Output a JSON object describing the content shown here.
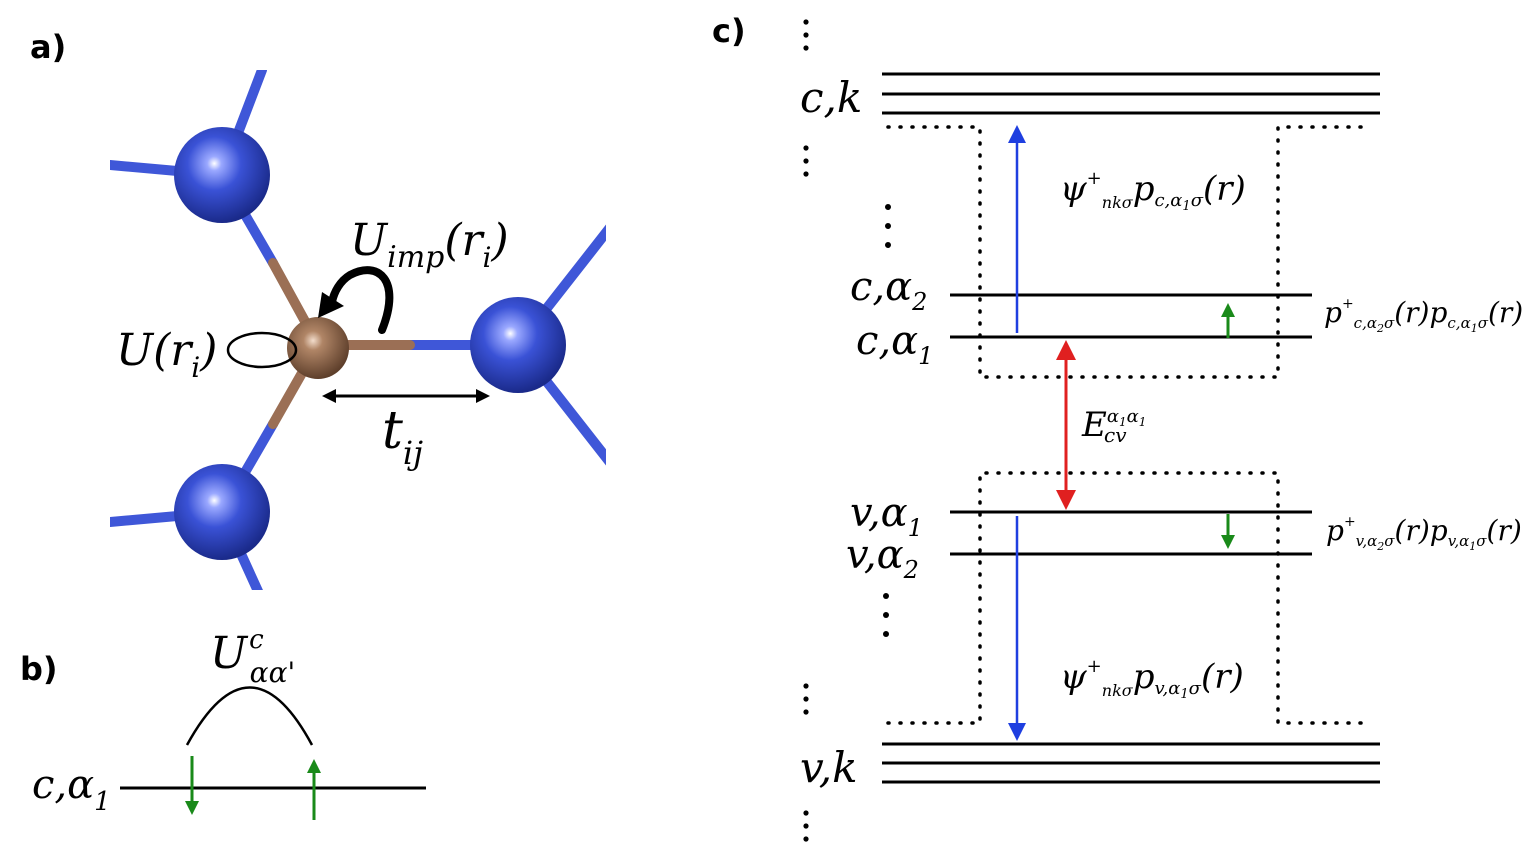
{
  "panels": {
    "a": "a)",
    "b": "b)",
    "c": "c)"
  },
  "panel_a": {
    "u_imp": "U",
    "u_imp_sub": "imp",
    "u_imp_arg": "(r",
    "u_imp_arg_sub": "i",
    "u_imp_close": ")",
    "u_onsite": "U",
    "u_onsite_arg": "(r",
    "u_onsite_arg_sub": "i",
    "u_onsite_close": ")",
    "t": "t",
    "t_sub": "ij",
    "colors": {
      "host_atom": "#3a52d6",
      "impurity_atom": "#9a6e50",
      "bond": "#3f57d8",
      "impurity_bond": "#9b6f55"
    }
  },
  "panel_b": {
    "u": "U",
    "u_sup": "c",
    "u_sub": "αα'",
    "level": "c,α",
    "level_sub": "1",
    "arrow_color": "#1a8a1a"
  },
  "panel_c": {
    "band_c": "c,k",
    "band_v": "v,k",
    "level_c2": "c,α",
    "level_c2_sub": "2",
    "level_c1": "c,α",
    "level_c1_sub": "1",
    "level_v1": "v,α",
    "level_v1_sub": "1",
    "level_v2": "v,α",
    "level_v2_sub": "2",
    "psi_c": "ψ",
    "psi_c_sup": "+",
    "psi_c_sub": "nkσ",
    "psi_c_p": "p",
    "psi_c_p_sub": "c,α",
    "psi_c_p_sub2": "1",
    "psi_c_p_sub3": "σ",
    "psi_c_arg": "(r)",
    "psi_v": "ψ",
    "psi_v_sup": "+",
    "psi_v_sub": "nkσ",
    "psi_v_p": "p",
    "psi_v_p_sub": "v,α",
    "psi_v_p_sub2": "1",
    "psi_v_p_sub3": "σ",
    "psi_v_arg": "(r)",
    "energy": "E",
    "energy_sup": "α",
    "energy_sup2": "1",
    "energy_sup3": "α",
    "energy_sup4": "1",
    "energy_sub": "cv",
    "pc_p": "p",
    "pc_sup": "+",
    "pc_sub": "c,α",
    "pc_sub2": "2",
    "pc_sub3": "σ",
    "pc_arg": "(r)",
    "pc_p2": "p",
    "pc_p2_sub": "c,α",
    "pc_p2_sub2": "1",
    "pc_p2_sub3": "σ",
    "pc_arg2": "(r)",
    "pv_p": "p",
    "pv_sup": "+",
    "pv_sub": "v,α",
    "pv_sub2": "2",
    "pv_sub3": "σ",
    "pv_arg": "(r)",
    "pv_p2": "p",
    "pv_p2_sub": "v,α",
    "pv_p2_sub2": "1",
    "pv_p2_sub3": "σ",
    "pv_arg2": "(r)",
    "colors": {
      "blue_arrow": "#1f3fe0",
      "red_arrow": "#e02020",
      "green_arrow": "#1a8a1a"
    }
  }
}
